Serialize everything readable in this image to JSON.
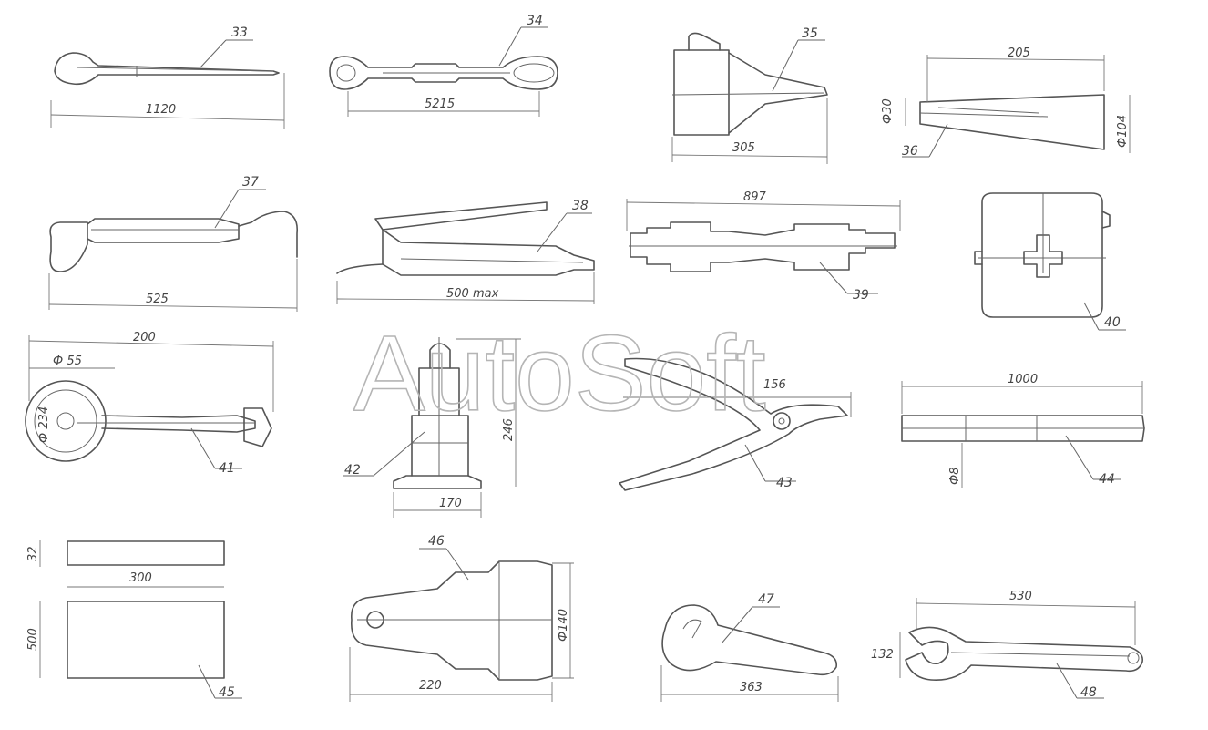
{
  "watermark": "AutoSoft",
  "items": {
    "33": {
      "label": "33",
      "dim": "1120"
    },
    "34": {
      "label": "34",
      "dim": "5215"
    },
    "35": {
      "label": "35",
      "dim": "305"
    },
    "36": {
      "label": "36",
      "dim_len": "205",
      "dim_d1": "Ф30",
      "dim_d2": "Ф104"
    },
    "37": {
      "label": "37",
      "dim": "525"
    },
    "38": {
      "label": "38",
      "dim": "500 max"
    },
    "39": {
      "label": "39",
      "dim": "897"
    },
    "40": {
      "label": "40"
    },
    "41": {
      "label": "41",
      "dim_len": "200",
      "dim_d1": "Ф 55",
      "dim_d2": "Ф 234"
    },
    "42": {
      "label": "42",
      "dim_h": "246",
      "dim_w": "170"
    },
    "43": {
      "label": "43",
      "dim": "156"
    },
    "44": {
      "label": "44",
      "dim_len": "1000",
      "dim_d": "Ф8"
    },
    "45": {
      "label": "45",
      "dim_len": "300",
      "dim_t": "32",
      "dim_h": "500"
    },
    "46": {
      "label": "46",
      "dim_len": "220",
      "dim_d": "Ф140"
    },
    "47": {
      "label": "47",
      "dim": "363"
    },
    "48": {
      "label": "48",
      "dim_len": "530",
      "dim_w": "132"
    }
  }
}
